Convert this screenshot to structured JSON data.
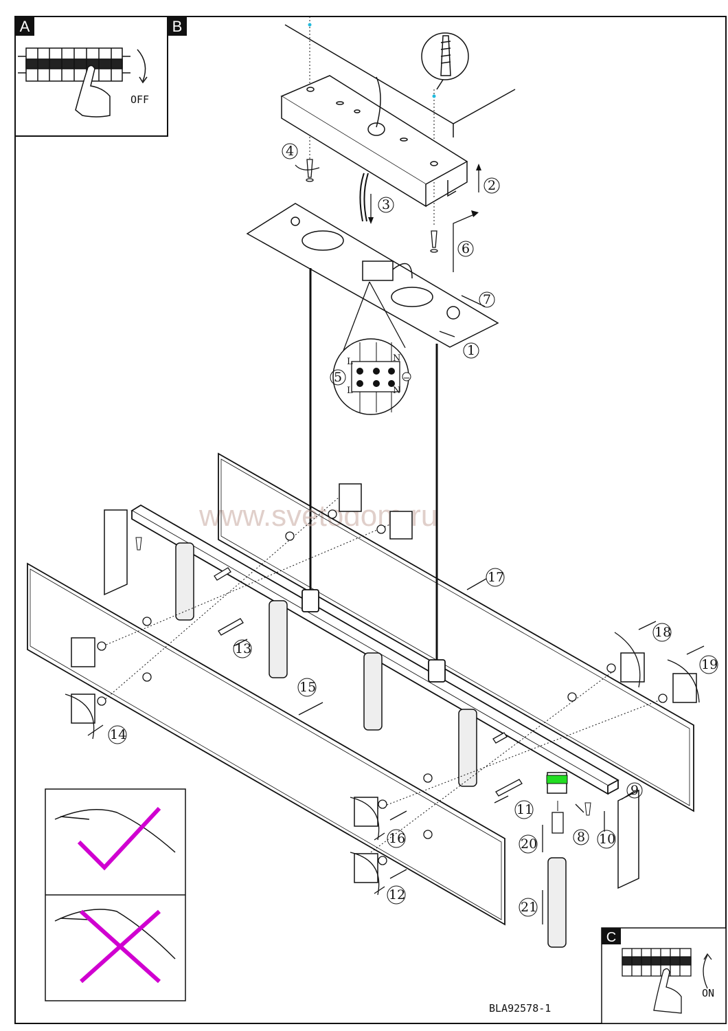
{
  "panels": {
    "a": "A",
    "b": "B",
    "c": "C"
  },
  "switch_off": "OFF",
  "switch_on": "ON",
  "steps": [
    "1",
    "2",
    "3",
    "4",
    "5",
    "6",
    "7",
    "8",
    "9",
    "10",
    "11",
    "12",
    "13",
    "14",
    "15",
    "16",
    "17",
    "18",
    "19",
    "20",
    "21"
  ],
  "terminal": {
    "l_top": "L",
    "n_top": "N",
    "l_bot": "L",
    "n_bot": "N"
  },
  "watermark": "www.svetodom.ru",
  "doc_code": "BLA92578-1",
  "colors": {
    "line": "#111111",
    "correct_mark": "#d000d0",
    "cancel_mark": "#d000d0",
    "led_ring": "#22dd22",
    "guide_dot": "#22bbdd"
  }
}
